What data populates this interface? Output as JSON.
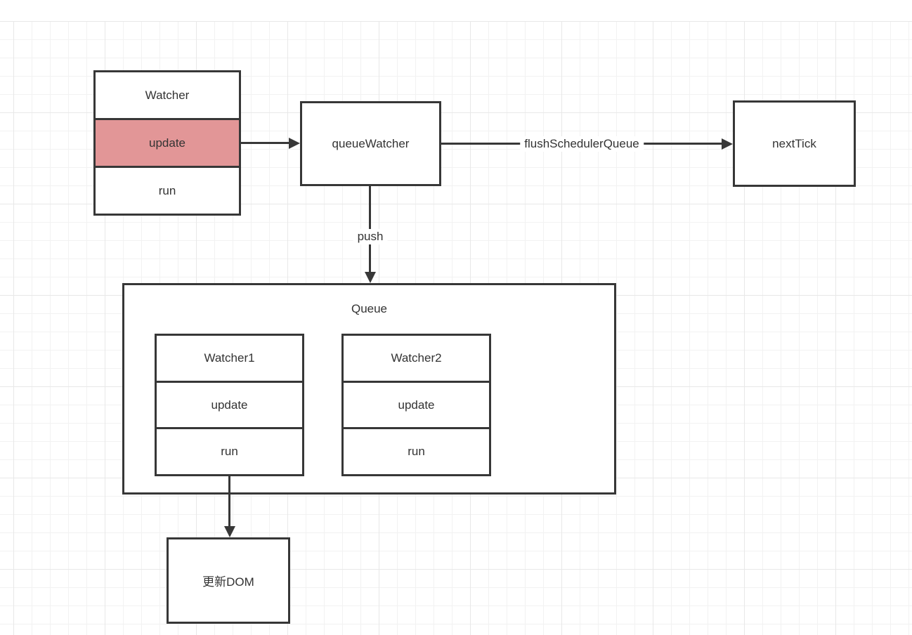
{
  "colors": {
    "canvas_bg": "#ffffff",
    "grid_minor": "#f2f2f2",
    "grid_major": "#e8e8e8",
    "stroke": "#373737",
    "text": "#333333",
    "node_fill": "#ffffff",
    "highlight_fill": "#e29697"
  },
  "diagram": {
    "watcher_stack": {
      "rows": [
        "Watcher",
        "update",
        "run"
      ],
      "highlighted_row": "update"
    },
    "queue_watcher": {
      "label": "queueWatcher"
    },
    "next_tick": {
      "label": "nextTick"
    },
    "queue": {
      "title": "Queue",
      "watcher1_stack": {
        "rows": [
          "Watcher1",
          "update",
          "run"
        ]
      },
      "watcher2_stack": {
        "rows": [
          "Watcher2",
          "update",
          "run"
        ]
      }
    },
    "update_dom": {
      "label": "更新DOM"
    },
    "edges": {
      "flush": {
        "label": "flushSchedulerQueue"
      },
      "push": {
        "label": "push"
      }
    }
  }
}
